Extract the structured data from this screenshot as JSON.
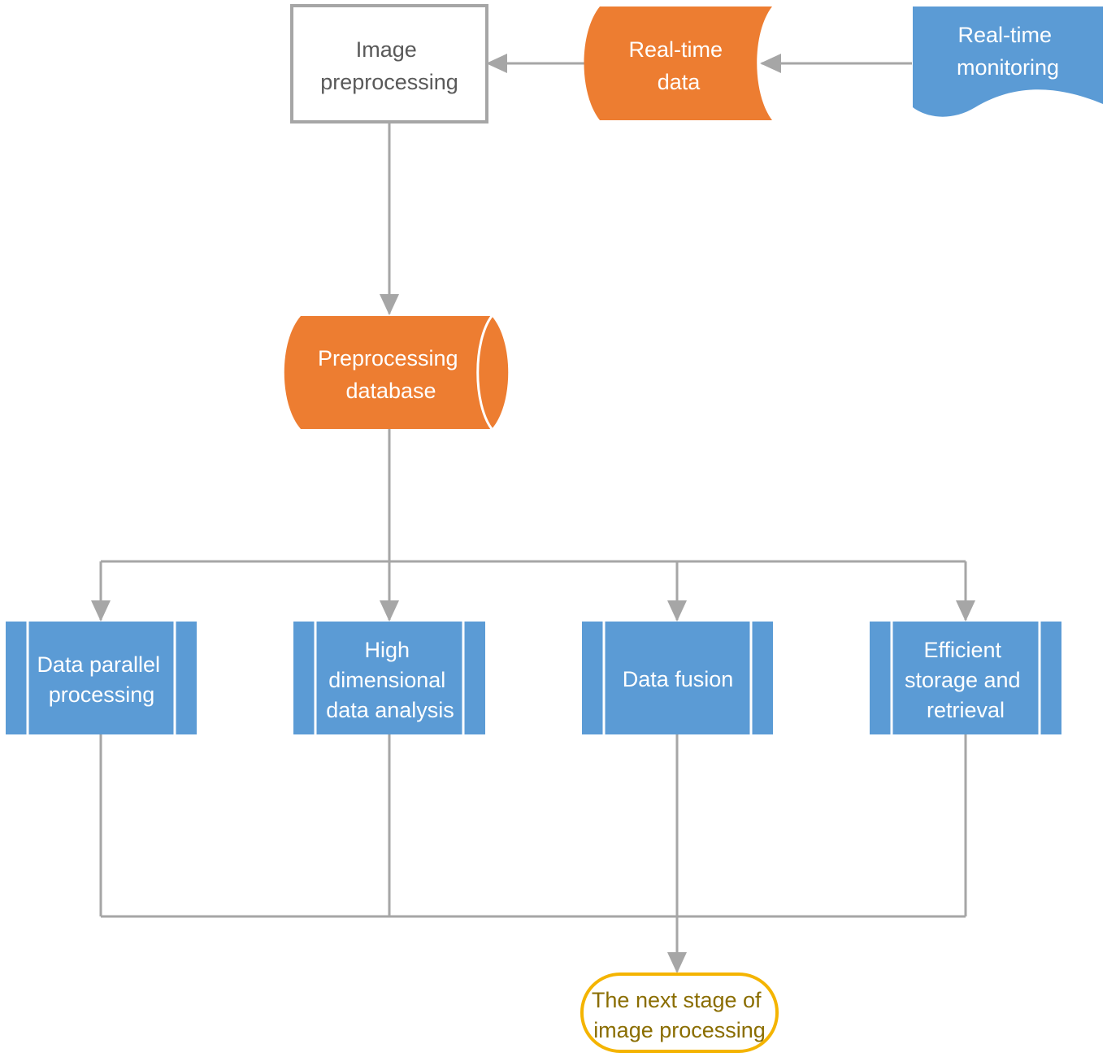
{
  "diagram": {
    "colors": {
      "orange": "#ed7d31",
      "blue": "#5b9bd5",
      "grey": "#a6a6a6",
      "yellow": "#f4b400",
      "dark_text": "#595959",
      "olive_text": "#8a6d00"
    },
    "nodes": {
      "image_preprocessing": {
        "lines": [
          "Image",
          "preprocessing"
        ]
      },
      "realtime_data": {
        "lines": [
          "Real-time",
          "data"
        ]
      },
      "realtime_monitoring": {
        "lines": [
          "Real-time",
          "monitoring"
        ]
      },
      "preprocessing_database": {
        "lines": [
          "Preprocessing",
          "database"
        ]
      },
      "data_parallel": {
        "lines": [
          "Data parallel",
          "processing"
        ]
      },
      "high_dimensional": {
        "lines": [
          "High",
          "dimensional",
          "data analysis"
        ]
      },
      "data_fusion": {
        "lines": [
          "Data fusion"
        ]
      },
      "efficient_storage": {
        "lines": [
          "Efficient",
          "storage and",
          "retrieval"
        ]
      },
      "next_stage": {
        "lines": [
          "The next stage of",
          "image processing"
        ]
      }
    }
  }
}
